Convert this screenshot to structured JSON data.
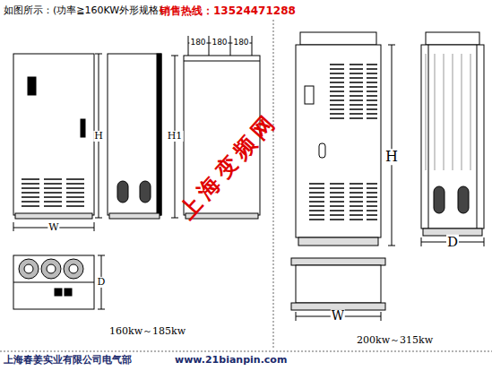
{
  "diagram": {
    "title": "如图所示：(功率≧160KW外形规格)",
    "labels": [
      "销售热线：13524471288",
      "180",
      "180",
      "180",
      "H",
      "H1",
      "W",
      "D",
      "160kw～185kw",
      "H",
      "D",
      "W",
      "200kw～315kw",
      "上海变频网",
      "上海春姜实业有限公司电气部",
      "www.21bianpin.com"
    ]
  }
}
